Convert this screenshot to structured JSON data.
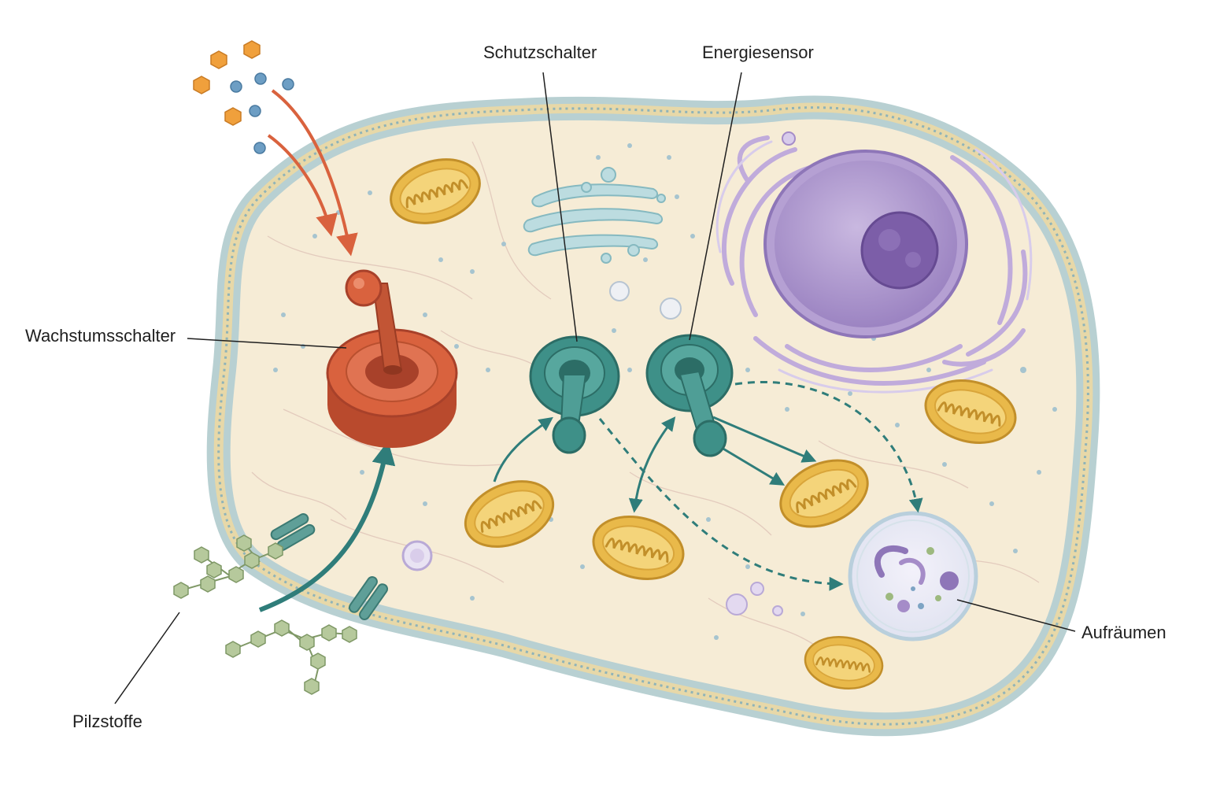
{
  "labels": {
    "schutzschalter": "Schutzschalter",
    "energiesensor": "Energiesensor",
    "wachstumsschalter": "Wachstumsschalter",
    "aufraeumen": "Aufräumen",
    "pilzstoffe": "Pilzstoffe"
  },
  "colors": {
    "background": "#ffffff",
    "cytoplasm": "#f6ecd6",
    "membrane": "#b8d0d2",
    "membrane_inner": "#e7d8a8",
    "growth_switch": "#d9623e",
    "teal_switch": "#3e9088",
    "mitochondria": "#e9b94a",
    "nucleus": "#a58cc8",
    "nucleolus": "#7c5ea8",
    "golgi": "#a9cfd5",
    "lysosome": "#dde7ef",
    "nutrient_hexagon": "#f0a03c",
    "nutrient_dot": "#6d9ec4",
    "fungal_compound": "#a9bf8e",
    "arrow_red": "#d9623e",
    "arrow_teal": "#2f7d7a",
    "leader_line": "#1f1f1f"
  },
  "icons": [
    "growth-switch-icon",
    "protection-switch-icon",
    "energy-sensor-icon",
    "mitochondrion-icon",
    "nucleus-icon",
    "golgi-icon",
    "lysosome-icon",
    "membrane-channel-icon",
    "nutrient-hexagon-icon",
    "fungal-compound-icon"
  ]
}
